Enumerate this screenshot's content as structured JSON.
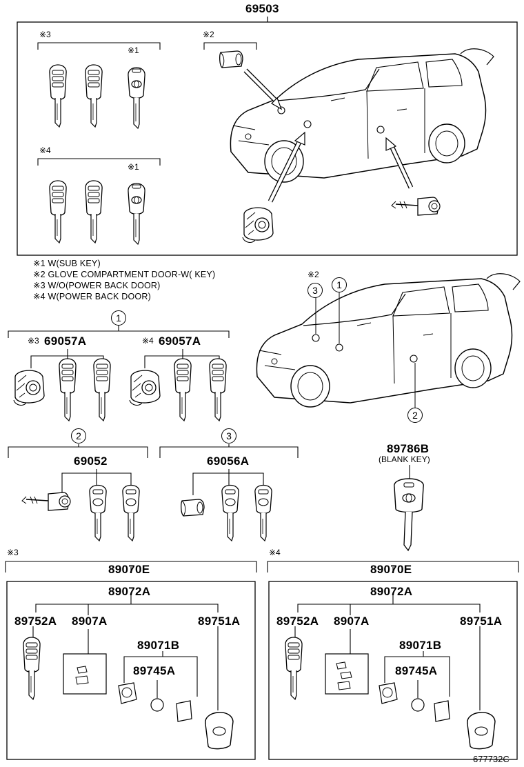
{
  "header_part": "69503",
  "marks": {
    "m1": "※1",
    "m2": "※2",
    "m3": "※3",
    "m4": "※4"
  },
  "notes": [
    "※1 W(SUB KEY)",
    "※2 GLOVE COMPARTMENT  DOOR-W( KEY)",
    "※3 W/O(POWER BACK DOOR)",
    "※4 W(POWER BACK DOOR)"
  ],
  "callouts": {
    "c1": "1",
    "c2": "2",
    "c3": "3"
  },
  "set1": {
    "a_mark": "※3",
    "a_part": "69057A",
    "b_mark": "※4",
    "b_part": "69057A"
  },
  "set2_part": "69052",
  "set3_part": "69056A",
  "blank_key": {
    "part": "89786B",
    "desc": "(BLANK KEY)"
  },
  "kit_left": {
    "mark": "※3",
    "assembly": "89070E",
    "sub": "89072A",
    "key": "89752A",
    "plate": "8907A",
    "case": "89751A",
    "transmitter": "89071B",
    "battery": "89745A"
  },
  "kit_right": {
    "mark": "※4",
    "assembly": "89070E",
    "sub": "89072A",
    "key": "89752A",
    "plate": "8907A",
    "case": "89751A",
    "transmitter": "89071B",
    "battery": "89745A"
  },
  "catalog_code": "677732C",
  "colors": {
    "ink": "#000000",
    "paper": "#ffffff"
  }
}
